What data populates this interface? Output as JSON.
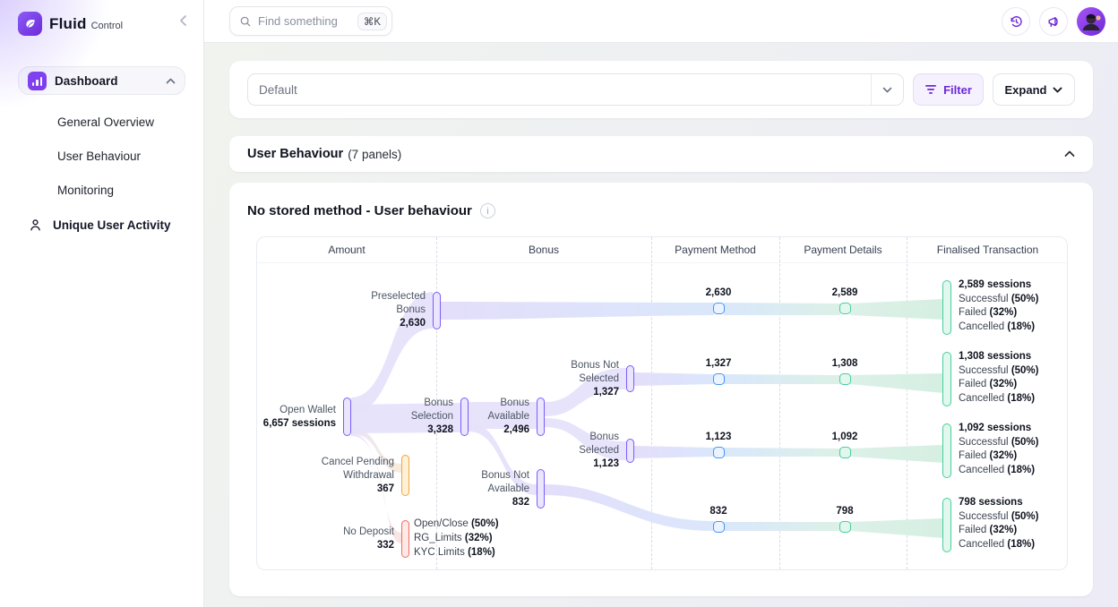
{
  "app": {
    "brand": "Fluid",
    "brand_suffix": "Control",
    "search_placeholder": "Find something",
    "search_shortcut": "⌘K"
  },
  "sidebar": {
    "items": [
      {
        "label": "Dashboard"
      },
      {
        "label": "General Overview"
      },
      {
        "label": "User Behaviour"
      },
      {
        "label": "Monitoring"
      },
      {
        "label": "Unique User Activity"
      }
    ]
  },
  "toolbar": {
    "preset_value": "Default",
    "filter_label": "Filter",
    "expand_label": "Expand"
  },
  "section": {
    "title": "User Behaviour",
    "panels_count": "(7 panels)"
  },
  "panel": {
    "title": "No stored method - User behaviour"
  },
  "chart_data": {
    "type": "sankey",
    "title": "No stored method - User behaviour",
    "columns": [
      "Amount",
      "Bonus",
      "Payment Method",
      "Payment Details",
      "Finalised Transaction"
    ],
    "colors": {
      "purple": "#7c5cfa",
      "amber": "#f3a63b",
      "red": "#f36a5f",
      "blue": "#4596f7",
      "green": "#47cf9a"
    },
    "nodes": [
      {
        "id": "open_wallet",
        "lines": [
          "Open Wallet"
        ],
        "value": "6,657 sessions",
        "color": "purple"
      },
      {
        "id": "preselected_bonus",
        "lines": [
          "Preselected",
          "Bonus"
        ],
        "value": "2,630",
        "color": "purple"
      },
      {
        "id": "bonus_selection",
        "lines": [
          "Bonus",
          "Selection"
        ],
        "value": "3,328",
        "color": "purple"
      },
      {
        "id": "cancel_pending_withdrawal",
        "lines": [
          "Cancel Pending",
          "Withdrawal"
        ],
        "value": "367",
        "color": "amber"
      },
      {
        "id": "no_deposit",
        "lines": [
          "No Deposit"
        ],
        "value": "332",
        "color": "red"
      },
      {
        "id": "bonus_available",
        "lines": [
          "Bonus",
          "Available"
        ],
        "value": "2,496",
        "color": "purple"
      },
      {
        "id": "bonus_not_available",
        "lines": [
          "Bonus Not",
          "Available"
        ],
        "value": "832",
        "color": "purple"
      },
      {
        "id": "bonus_not_selected",
        "lines": [
          "Bonus Not",
          "Selected"
        ],
        "value": "1,327",
        "color": "purple"
      },
      {
        "id": "bonus_selected",
        "lines": [
          "Bonus",
          "Selected"
        ],
        "value": "1,123",
        "color": "purple"
      }
    ],
    "payment_method_values": [
      "2,630",
      "1,327",
      "1,123",
      "832"
    ],
    "payment_details_values": [
      "2,589",
      "1,308",
      "1,092",
      "798"
    ],
    "finalised_transactions": [
      {
        "sessions": "2,589 sessions",
        "outcomes": [
          {
            "label": "Successful",
            "pct": "(50%)"
          },
          {
            "label": "Failed",
            "pct": "(32%)"
          },
          {
            "label": "Cancelled",
            "pct": "(18%)"
          }
        ]
      },
      {
        "sessions": "1,308 sessions",
        "outcomes": [
          {
            "label": "Successful",
            "pct": "(50%)"
          },
          {
            "label": "Failed",
            "pct": "(32%)"
          },
          {
            "label": "Cancelled",
            "pct": "(18%)"
          }
        ]
      },
      {
        "sessions": "1,092 sessions",
        "outcomes": [
          {
            "label": "Successful",
            "pct": "(50%)"
          },
          {
            "label": "Failed",
            "pct": "(32%)"
          },
          {
            "label": "Cancelled",
            "pct": "(18%)"
          }
        ]
      },
      {
        "sessions": "798 sessions",
        "outcomes": [
          {
            "label": "Successful",
            "pct": "(50%)"
          },
          {
            "label": "Failed",
            "pct": "(32%)"
          },
          {
            "label": "Cancelled",
            "pct": "(18%)"
          }
        ]
      }
    ],
    "no_deposit_breakdown": [
      {
        "label": "Open/Close",
        "pct": "(50%)"
      },
      {
        "label": "RG_Limits",
        "pct": "(32%)"
      },
      {
        "label": "KYC Limits",
        "pct": "(18%)"
      }
    ],
    "links": [
      {
        "source": "Open Wallet",
        "target": "Preselected Bonus",
        "value": 2630
      },
      {
        "source": "Open Wallet",
        "target": "Bonus Selection",
        "value": 3328
      },
      {
        "source": "Open Wallet",
        "target": "Cancel Pending Withdrawal",
        "value": 367
      },
      {
        "source": "Open Wallet",
        "target": "No Deposit",
        "value": 332
      },
      {
        "source": "Bonus Selection",
        "target": "Bonus Available",
        "value": 2496
      },
      {
        "source": "Bonus Selection",
        "target": "Bonus Not Available",
        "value": 832
      },
      {
        "source": "Bonus Available",
        "target": "Bonus Not Selected",
        "value": 1327
      },
      {
        "source": "Bonus Available",
        "target": "Bonus Selected",
        "value": 1123
      },
      {
        "source": "Preselected Bonus",
        "target": "Payment Method 2,630",
        "value": 2630
      },
      {
        "source": "Bonus Not Selected",
        "target": "Payment Method 1,327",
        "value": 1327
      },
      {
        "source": "Bonus Selected",
        "target": "Payment Method 1,123",
        "value": 1123
      },
      {
        "source": "Bonus Not Available",
        "target": "Payment Method 832",
        "value": 832
      },
      {
        "source": "Payment Method 2,630",
        "target": "Payment Details 2,589",
        "value": 2589
      },
      {
        "source": "Payment Method 1,327",
        "target": "Payment Details 1,308",
        "value": 1308
      },
      {
        "source": "Payment Method 1,123",
        "target": "Payment Details 1,092",
        "value": 1092
      },
      {
        "source": "Payment Method 832",
        "target": "Payment Details 798",
        "value": 798
      },
      {
        "source": "Payment Details 2,589",
        "target": "Finalised Transaction",
        "value": 2589
      },
      {
        "source": "Payment Details 1,308",
        "target": "Finalised Transaction",
        "value": 1308
      },
      {
        "source": "Payment Details 1,092",
        "target": "Finalised Transaction",
        "value": 1092
      },
      {
        "source": "Payment Details 798",
        "target": "Finalised Transaction",
        "value": 798
      }
    ]
  }
}
